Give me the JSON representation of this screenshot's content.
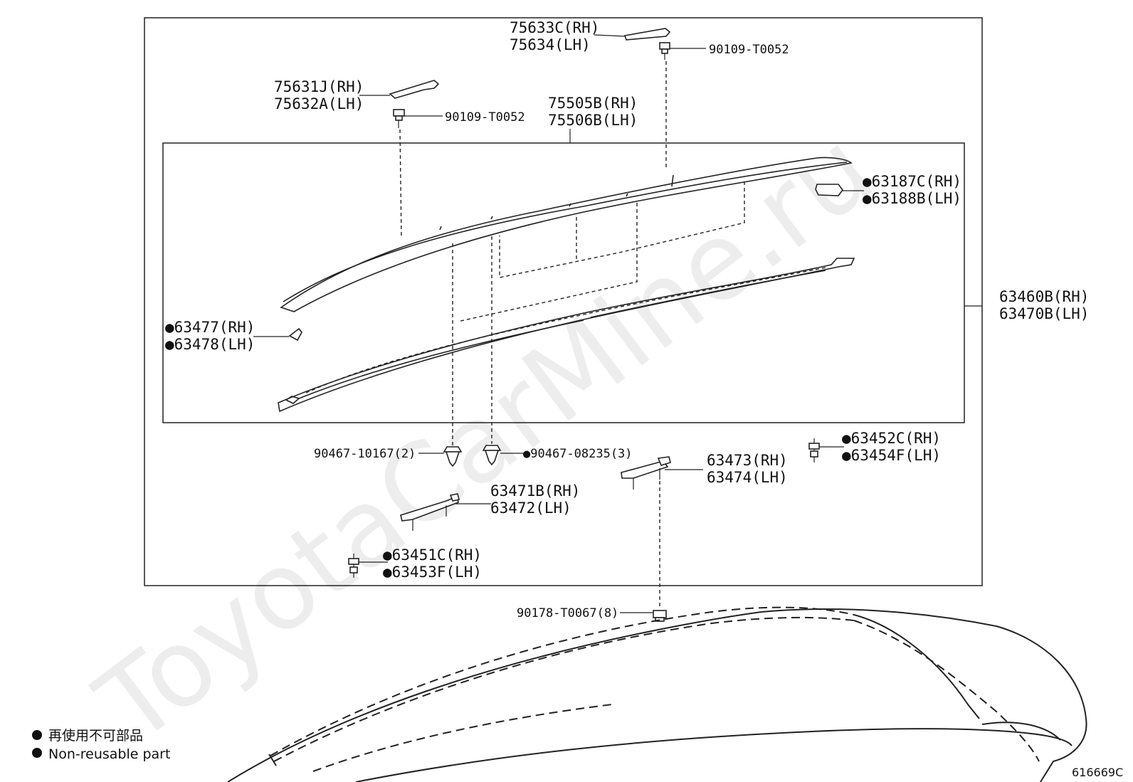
{
  "watermark": "ToyotaCarMine.ru",
  "diagram_id": "616669C",
  "legend": {
    "symbol": "●",
    "line_jp": "再使用不可部品",
    "line_en": "Non-reusable part"
  },
  "labels": {
    "p75633": [
      "75633C(RH)",
      "75634(LH)"
    ],
    "p90109_top": "90109-T0052",
    "p75631": [
      "75631J(RH)",
      "75632A(LH)"
    ],
    "p90109_mid": "90109-T0052",
    "p75505": [
      "75505B(RH)",
      "75506B(LH)"
    ],
    "p63187": [
      "●63187C(RH)",
      "●63188B(LH)"
    ],
    "p63460": [
      "63460B(RH)",
      "63470B(LH)"
    ],
    "p63477": [
      "●63477(RH)",
      "●63478(LH)"
    ],
    "p90467a": "90467-10167(2)",
    "p90467b": "●90467-08235(3)",
    "p63452": [
      "●63452C(RH)",
      "●63454F(LH)"
    ],
    "p63473": [
      "63473(RH)",
      "63474(LH)"
    ],
    "p63471": [
      "63471B(RH)",
      "63472(LH)"
    ],
    "p63451": [
      "●63451C(RH)",
      "●63453F(LH)"
    ],
    "p90178": "90178-T0067(8)"
  }
}
